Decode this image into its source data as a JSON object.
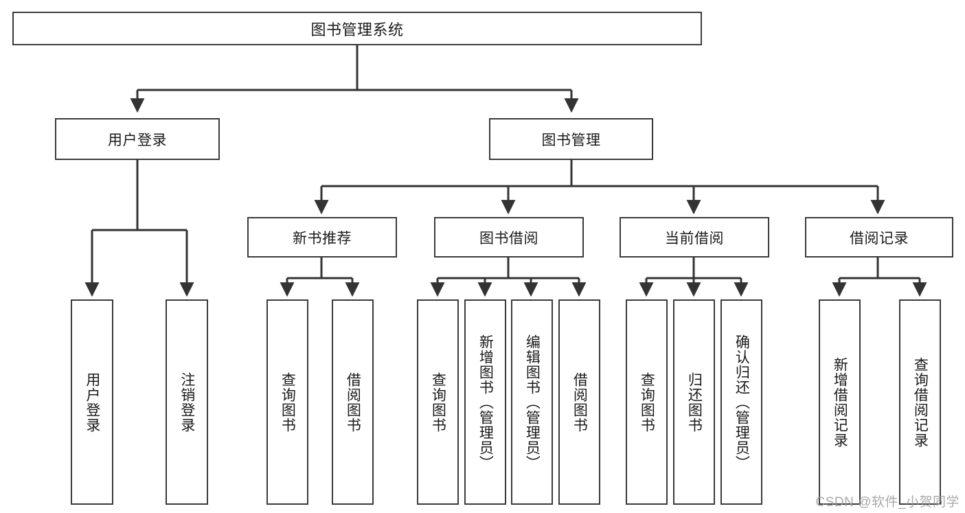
{
  "diagram": {
    "title": "图书管理系统",
    "type": "tree-hierarchy",
    "colors": {
      "box_border": "#3a3a3a",
      "box_fill": "#ffffff",
      "edge": "#333333",
      "text": "#1a1a1a",
      "watermark": "#9a9a9a"
    },
    "root": {
      "label": "图书管理系统"
    },
    "level2": {
      "user_login": {
        "label": "用户登录"
      },
      "book_manage": {
        "label": "图书管理"
      }
    },
    "level3": {
      "new_book_recommend": {
        "label": "新书推荐"
      },
      "book_borrow": {
        "label": "图书借阅"
      },
      "current_borrow": {
        "label": "当前借阅"
      },
      "borrow_record": {
        "label": "借阅记录"
      }
    },
    "leaves": {
      "user_login": [
        {
          "label": "用户登录"
        },
        {
          "label": "注销登录"
        }
      ],
      "new_book_recommend": [
        {
          "label": "查询图书"
        },
        {
          "label": "借阅图书"
        }
      ],
      "book_borrow": [
        {
          "label": "查询图书"
        },
        {
          "label": "新增图书（管理员）"
        },
        {
          "label": "编辑图书（管理员）"
        },
        {
          "label": "借阅图书"
        }
      ],
      "current_borrow": [
        {
          "label": "查询图书"
        },
        {
          "label": "归还图书"
        },
        {
          "label": "确认归还（管理员）"
        }
      ],
      "borrow_record": [
        {
          "label": "新增借阅记录"
        },
        {
          "label": "查询借阅记录"
        }
      ]
    }
  },
  "watermark": {
    "text": "CSDN @软件_小贺同学"
  }
}
